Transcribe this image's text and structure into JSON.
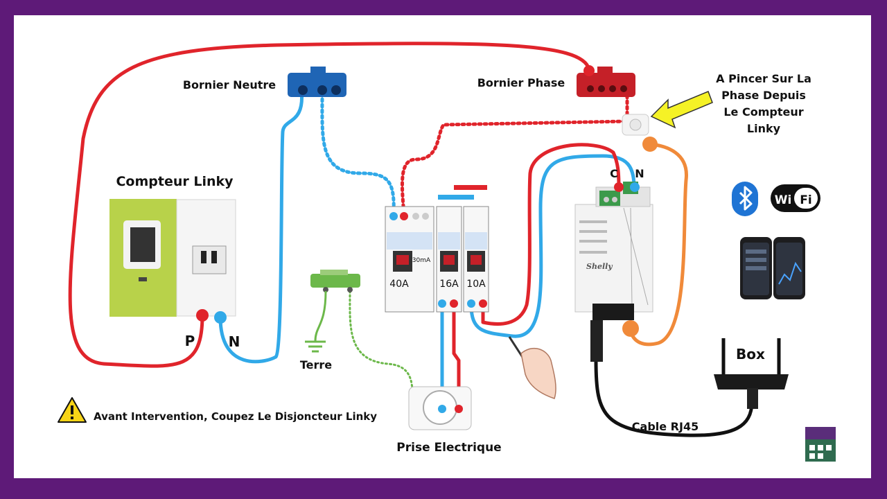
{
  "labels": {
    "bornier_neutre": "Bornier Neutre",
    "bornier_phase": "Bornier Phase",
    "pincer_line1": "A Pincer Sur La",
    "pincer_line2": "Phase Depuis",
    "pincer_line3": "Le Compteur",
    "pincer_line4": "Linky",
    "compteur_linky": "Compteur Linky",
    "p": "P",
    "n": "N",
    "c_term": "C",
    "n_term": "N",
    "terre": "Terre",
    "prise": "Prise Electrique",
    "box": "Box",
    "cable": "Cable RJ45",
    "warning": "Avant Intervention, Coupez Le Disjoncteur Linky",
    "wifi_left": "Wi",
    "wifi_right": "Fi",
    "brand": "Shelly"
  },
  "breakers": {
    "main_rating": "40A",
    "main_sens": "30mA",
    "b1_rating": "16A",
    "b2_rating": "10A"
  },
  "colors": {
    "frame": "#5e1a78",
    "phase": "#e0242b",
    "neutral": "#31a9e8",
    "earth": "#6cb84a",
    "probe": "#f08a3a",
    "arrow": "#f5f226"
  }
}
